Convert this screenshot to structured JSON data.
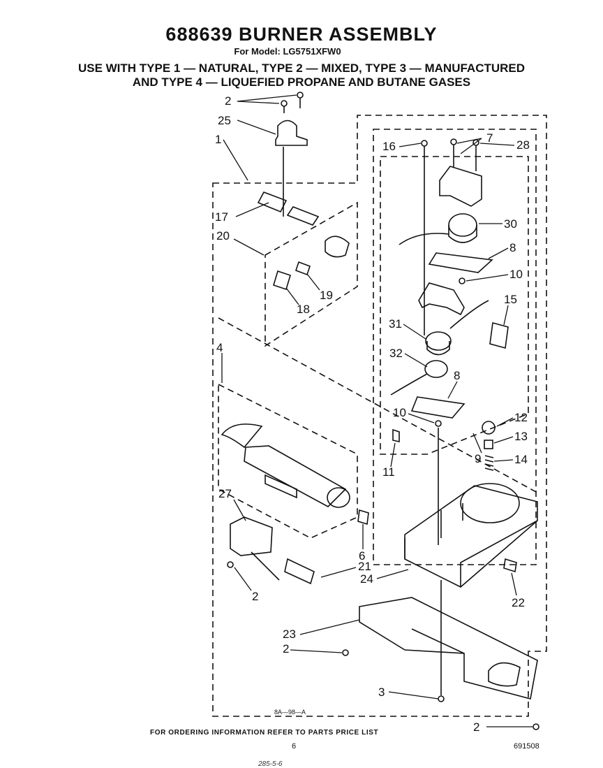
{
  "header": {
    "title": "688639 BURNER ASSEMBLY",
    "model": "For Model: LG5751XFW0",
    "gas_line1": "USE WITH TYPE 1 — NATURAL, TYPE 2 — MIXED, TYPE 3 — MANUFACTURED",
    "gas_line2": "AND TYPE 4 — LIQUEFIED PROPANE AND BUTANE GASES"
  },
  "callouts": [
    "2",
    "25",
    "1",
    "16",
    "7",
    "28",
    "17",
    "20",
    "30",
    "8",
    "10",
    "19",
    "18",
    "15",
    "31",
    "32",
    "8",
    "4",
    "10",
    "12",
    "13",
    "9",
    "14",
    "11",
    "27",
    "6",
    "21",
    "24",
    "2",
    "22",
    "23",
    "2",
    "3",
    "2"
  ],
  "drawing_code": "8A—98—A",
  "footer": {
    "ordering_note": "FOR ORDERING INFORMATION REFER TO PARTS PRICE LIST",
    "page_number": "6",
    "doc_number": "691508",
    "handwritten": "285-5-6"
  }
}
